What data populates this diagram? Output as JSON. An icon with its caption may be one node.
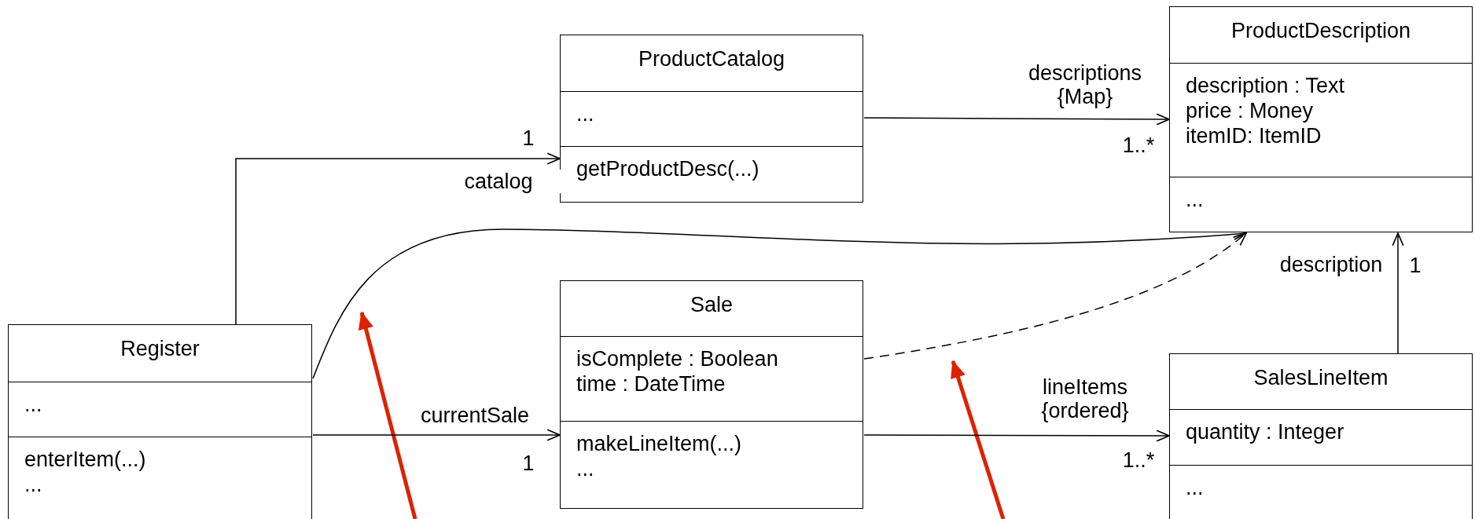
{
  "diagram": {
    "nodes": [
      {
        "text": [
          "ProductCatalog",
          "...",
          "getProductDesc(...)"
        ]
      },
      {
        "text": [
          "ProductDescription",
          "description : Text price : Money itemID: ItemID",
          "..."
        ]
      },
      {
        "text": [
          "Register",
          "...",
          "enterItem(...) ..."
        ]
      },
      {
        "text": [
          "Sale",
          "isComplete : Boolean time : DateTime",
          "makeLineItem(...) ..."
        ]
      },
      {
        "text": [
          "SalesLineItem",
          "quantity : Integer",
          "..."
        ]
      }
    ],
    "edges": [
      {
        "from": 2,
        "to": 0,
        "arrow": "to",
        "label": "catalog"
      },
      {
        "from": 0,
        "to": 1,
        "arrow": "to",
        "label": "descriptions {Map}"
      },
      {
        "from": 2,
        "to": 1,
        "arrow": "to"
      },
      {
        "from": 3,
        "to": 1,
        "arrow": "to",
        "style": "dashed"
      },
      {
        "from": 2,
        "to": 3,
        "arrow": "to",
        "label": "currentSale"
      },
      {
        "from": 3,
        "to": 4,
        "arrow": "to",
        "label": "lineItems {ordered}"
      },
      {
        "from": 4,
        "to": 1,
        "arrow": "to",
        "label": "description"
      }
    ],
    "labels": [
      "1",
      "1..*",
      "1",
      "1",
      "1..*"
    ]
  }
}
